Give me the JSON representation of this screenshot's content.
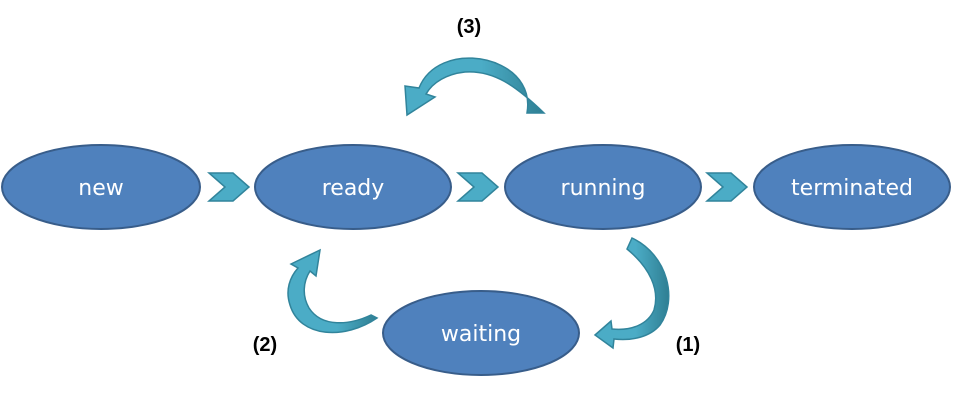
{
  "colors": {
    "state_fill": "#4f81bd",
    "state_stroke": "#385d8a",
    "arrow_fill": "#4bacc6",
    "arrow_dark": "#31849b",
    "label_text": "#ffffff",
    "number_text": "#000000"
  },
  "states": {
    "new": "new",
    "ready": "ready",
    "running": "running",
    "terminated": "terminated",
    "waiting": "waiting"
  },
  "transitions": {
    "t1": "(1)",
    "t2": "(2)",
    "t3": "(3)"
  }
}
